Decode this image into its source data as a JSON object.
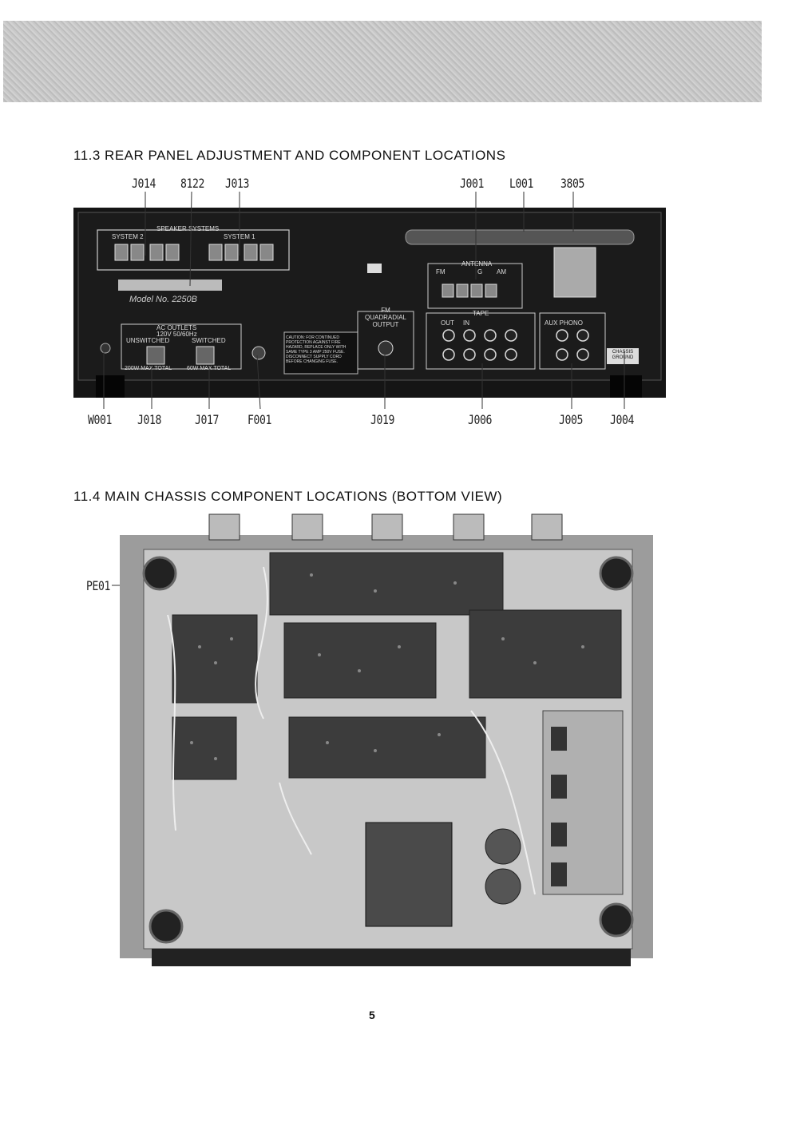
{
  "header": {
    "band": "decorative-gray-band"
  },
  "section_rear": {
    "title": "11.3  REAR PANEL ADJUSTMENT AND COMPONENT LOCATIONS",
    "top_callouts": [
      "J014",
      "8122",
      "J013",
      "J001",
      "L001",
      "3805"
    ],
    "bottom_callouts": [
      "W001",
      "J018",
      "J017",
      "F001",
      "J019",
      "J006",
      "J005",
      "J004"
    ],
    "panel": {
      "speaker_systems": "SPEAKER SYSTEMS",
      "system2": "SYSTEM 2",
      "system1": "SYSTEM 1",
      "ac_outlets": "AC OUTLETS",
      "ac_rating": "120V 50/60Hz",
      "unswitched": "UNSWITCHED",
      "switched": "SWITCHED",
      "max_200": "200W MAX TOTAL",
      "max_60": "60W MAX TOTAL",
      "fm_quadradial": "FM QUADRADIAL OUTPUT",
      "caution": "CAUTION: FOR CONTINUED PROTECTION AGAINST FIRE HAZARD, REPLACE ONLY WITH SAME TYPE 3 AMP 250V FUSE. DISCONNECT SUPPLY CORD BEFORE CHANGING FUSE.",
      "antenna": "ANTENNA",
      "fm": "FM",
      "g": "G",
      "am": "AM",
      "tape": "TAPE",
      "out": "OUT",
      "in": "IN",
      "aux_phono": "AUX  PHONO",
      "chassis_ground": "CHASSIS GROUND"
    }
  },
  "section_chassis": {
    "title": "11.4  MAIN CHASSIS COMPONENT LOCATIONS (BOTTOM VIEW)",
    "callouts": [
      "PE01"
    ]
  },
  "page": {
    "number": "5"
  }
}
